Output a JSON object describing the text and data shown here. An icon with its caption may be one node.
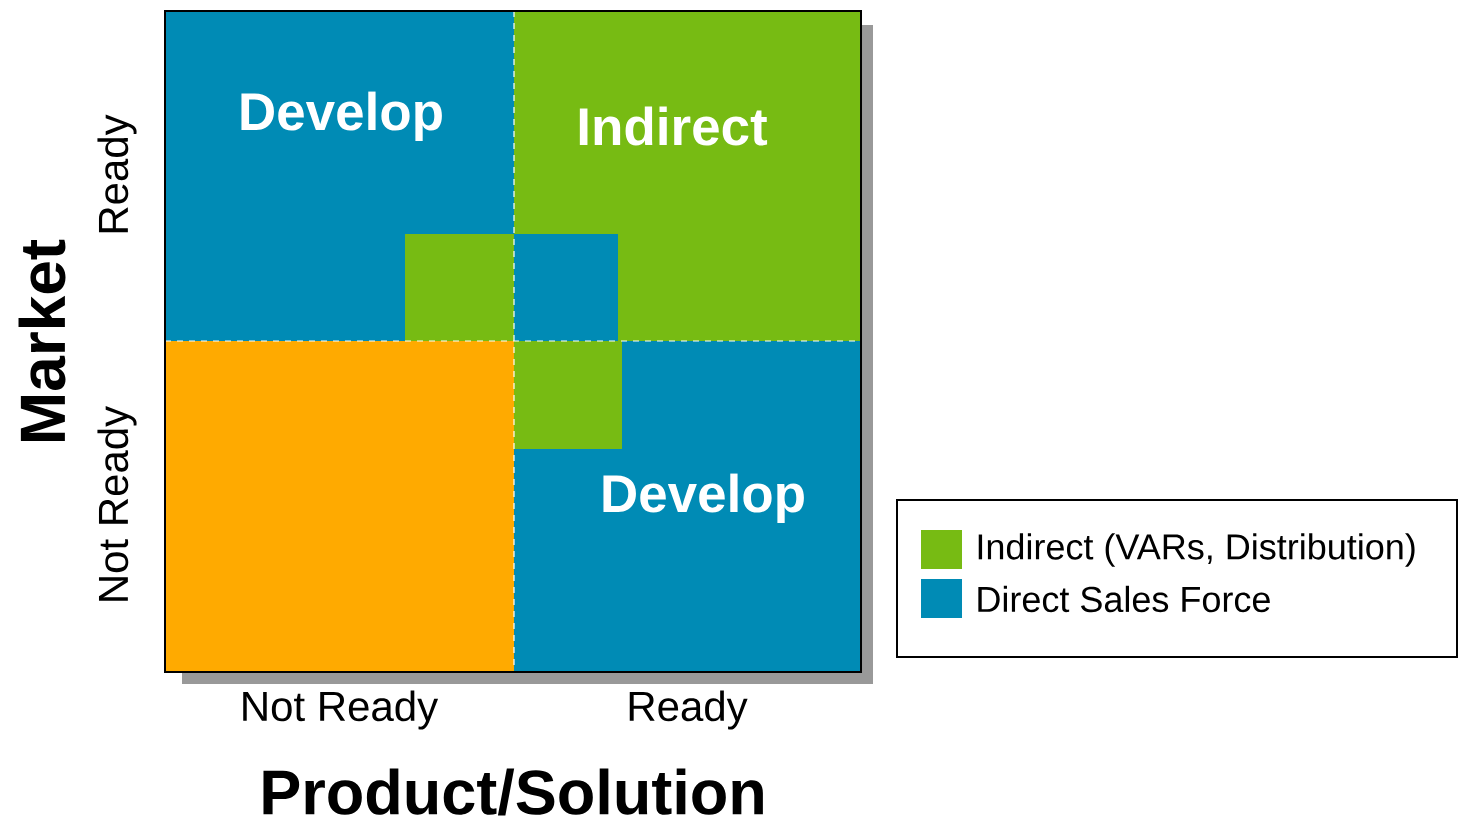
{
  "diagram": {
    "nodes": [
      {
        "text": [
          "Develop"
        ]
      },
      {
        "text": [],
        "shape": "box",
        "in": 0
      },
      {
        "text": [
          "Indirect"
        ]
      },
      {
        "text": [],
        "shape": "box",
        "in": 2
      },
      {
        "text": [],
        "shape": "box"
      },
      {
        "text": [
          "Develop"
        ]
      },
      {
        "text": [],
        "shape": "box",
        "in": 5
      }
    ],
    "edges": [],
    "labels": [
      "Market",
      "Ready",
      "Not Ready",
      "Not Ready",
      "Ready",
      "Product/Solution"
    ],
    "legend": [
      {
        "text": "Indirect (VARs, Distribution)",
        "color": "#77bb13"
      },
      {
        "text": "Direct Sales Force",
        "color": "#008bb5"
      }
    ]
  }
}
